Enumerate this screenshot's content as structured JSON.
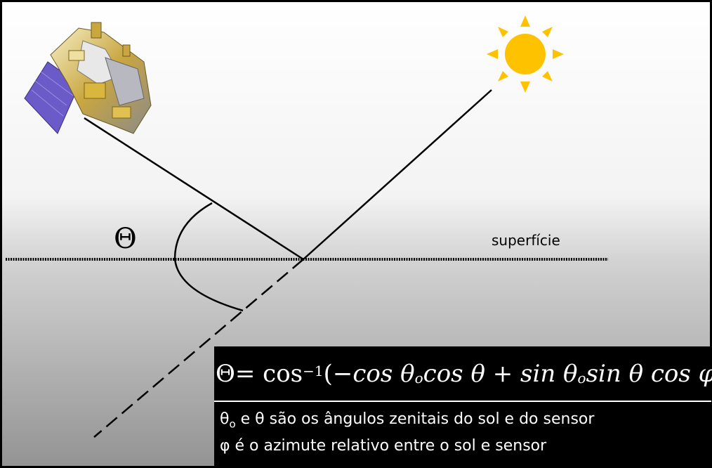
{
  "labels": {
    "angle_symbol": "Θ",
    "surface": "superfície"
  },
  "formula": {
    "lhs": "Θ",
    "equals": " = cos",
    "inv_exp": "−1",
    "open": "(",
    "t1a": "−cos θ",
    "t1a_sub": "o",
    "t1b": " cos θ + sin θ",
    "t2_sub": "o",
    "t2b": " sin θ cos φ",
    "close": ")"
  },
  "notes": {
    "line1_theta": "θ",
    "line1_sub": "o",
    "line1_text": " e θ são os ângulos zenitais do sol e do sensor",
    "line2_text": "φ é o azimute relativo entre o sol e sensor"
  },
  "colors": {
    "sun": "#FFC200",
    "satellite_panel": "#6B5BC8",
    "satellite_body": "#D8C060",
    "frame": "#000000"
  }
}
